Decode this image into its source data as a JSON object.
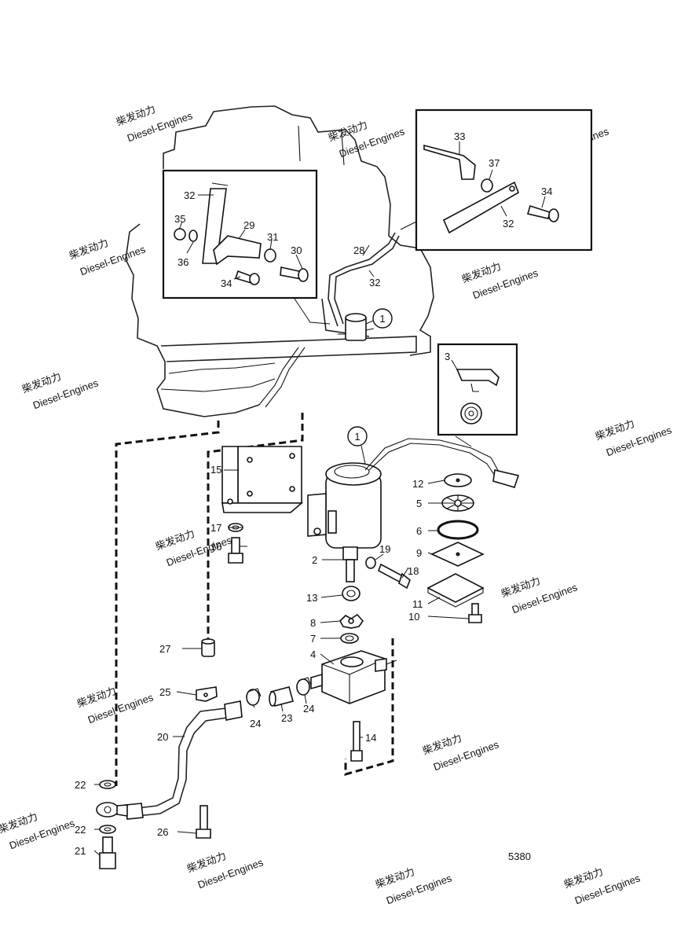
{
  "watermark": {
    "brand_cn": "柴发动力",
    "brand_en": "Diesel-Engines"
  },
  "drawing_number": "5380",
  "callouts": {
    "circle_1_top": "1",
    "circle_1_pump": "1"
  },
  "part_labels": {
    "p2": "2",
    "p3": "3",
    "p4": "4",
    "p5": "5",
    "p6": "6",
    "p7": "7",
    "p8": "8",
    "p9": "9",
    "p10": "10",
    "p11": "11",
    "p12": "12",
    "p13": "13",
    "p14": "14",
    "p15": "15",
    "p16": "16",
    "p17": "17",
    "p18": "18",
    "p19": "19",
    "p20": "20",
    "p21": "21",
    "p22a": "22",
    "p22b": "22",
    "p23": "23",
    "p24a": "24",
    "p24b": "24",
    "p25": "25",
    "p26": "26",
    "p27": "27",
    "p28": "28",
    "p29": "29",
    "p30": "30",
    "p31": "31",
    "p32_left": "32",
    "p32_right": "32",
    "p32_main": "32",
    "p33": "33",
    "p34_left": "34",
    "p34_right": "34",
    "p35": "35",
    "p36": "36",
    "p37": "37"
  }
}
